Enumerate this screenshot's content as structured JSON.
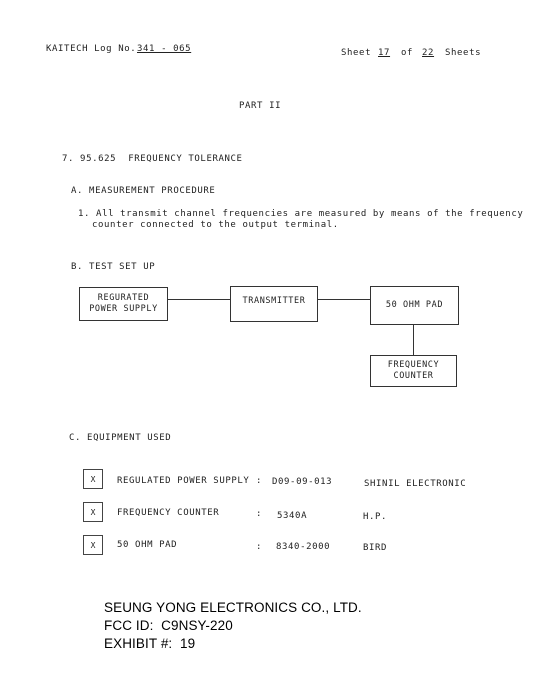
{
  "header": {
    "log_label": "KAITECH Log No.",
    "log_number": "341 - 065",
    "sheet_label": "Sheet",
    "sheet_number": "17",
    "of_label": "of",
    "total_sheets": "22",
    "sheets_label": "Sheets"
  },
  "part_title": "PART II",
  "section_title": "7. 95.625  FREQUENCY TOLERANCE",
  "measurement": {
    "heading": "A. MEASUREMENT PROCEDURE",
    "line1": "1. All transmit channel frequencies are measured by means of the frequency",
    "line2": "counter connected to the output terminal."
  },
  "setup": {
    "heading": "B. TEST SET UP",
    "box_power_line1": "REGURATED",
    "box_power_line2": "POWER SUPPLY",
    "box_transmitter": "TRANSMITTER",
    "box_pad": "50 OHM  PAD",
    "box_counter_line1": "FREQUENCY",
    "box_counter_line2": "COUNTER"
  },
  "equipment": {
    "heading": "C. EQUIPMENT USED",
    "rows": [
      {
        "check": "X",
        "name": "REGULATED POWER SUPPLY",
        "sep": ":",
        "model": "D09-09-013",
        "maker": "SHINIL ELECTRONIC"
      },
      {
        "check": "X",
        "name": "FREQUENCY COUNTER",
        "sep": ":",
        "model": "5340A",
        "maker": "H.P."
      },
      {
        "check": "X",
        "name": "50 OHM PAD",
        "sep": ":",
        "model": "8340-2000",
        "maker": "BIRD"
      }
    ]
  },
  "footer": {
    "company": "SEUNG YONG ELECTRONICS CO., LTD.",
    "fcc": "FCC ID:  C9NSY-220",
    "exhibit": "EXHIBIT #:  19"
  }
}
